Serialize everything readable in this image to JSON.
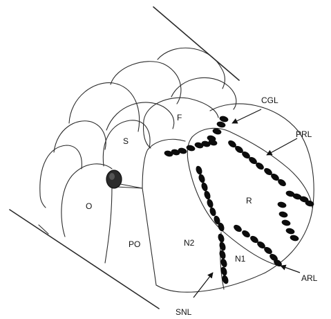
{
  "diagram": {
    "region_labels": {
      "s": "S",
      "f": "F",
      "o": "O",
      "po": "PO",
      "n2": "N2",
      "n1": "N1",
      "r": "R"
    },
    "callout_labels": {
      "cgl": "CGL",
      "prl": "PRL",
      "arl": "ARL",
      "snl": "SNL"
    },
    "colors": {
      "outline": "#2a2a2a",
      "dots": "#0c0c0c",
      "background": "#ffffff"
    }
  }
}
